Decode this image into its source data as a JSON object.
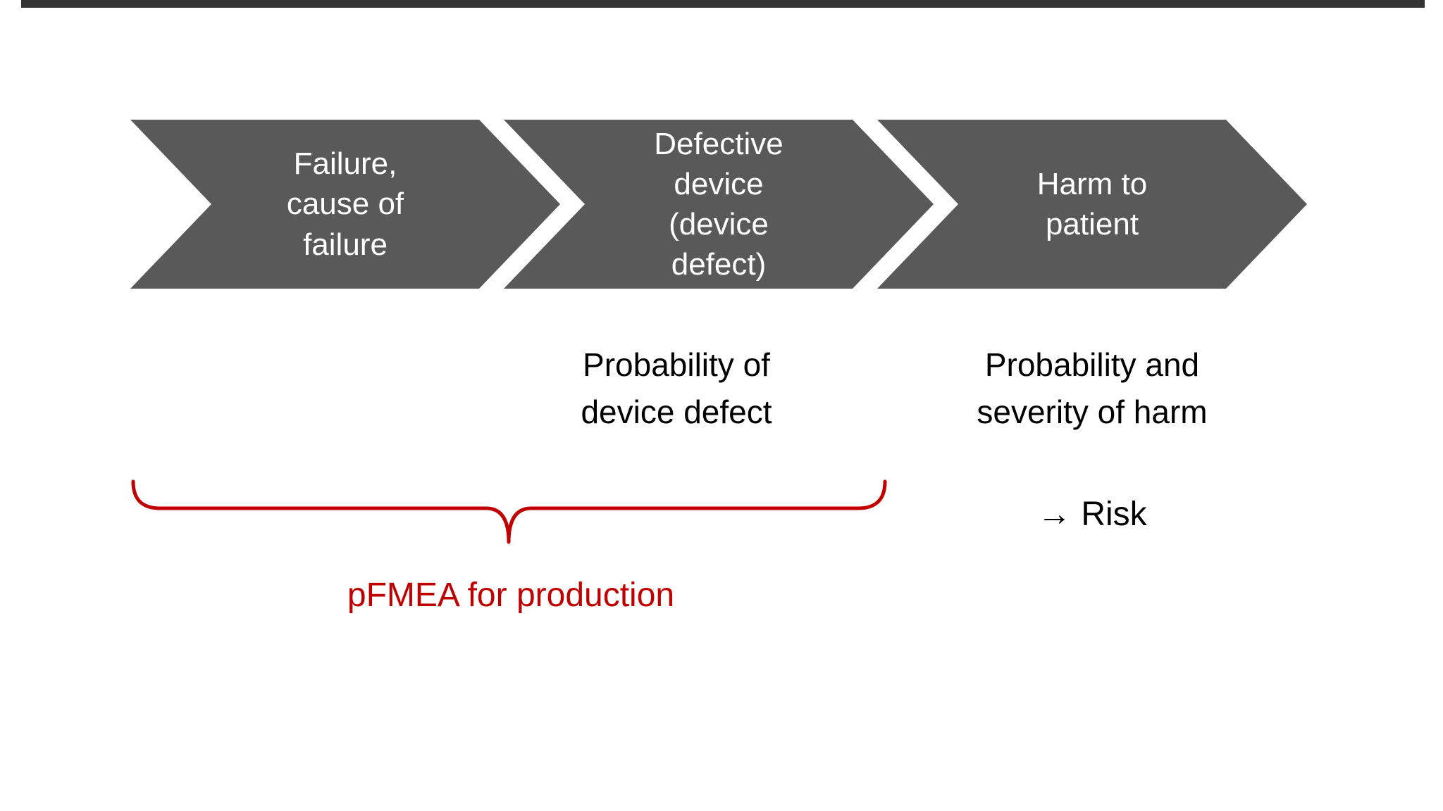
{
  "slide": {
    "arrows": [
      {
        "label": "Failure,\ncause of\nfailure"
      },
      {
        "label": "Defective\ndevice\n(device\ndefect)"
      },
      {
        "label": "Harm to\npatient"
      }
    ],
    "captions": {
      "device_defect": "Probability of\ndevice defect",
      "harm": "Probability and\nseverity of harm"
    },
    "risk": {
      "icon": "→",
      "label": "Risk"
    },
    "pfmea_label": "pFMEA for production",
    "colors": {
      "arrow_fill": "#595959",
      "accent_red": "#C00000",
      "text_white": "#FFFFFF",
      "text_black": "#000000",
      "top_bar": "#333333"
    }
  }
}
